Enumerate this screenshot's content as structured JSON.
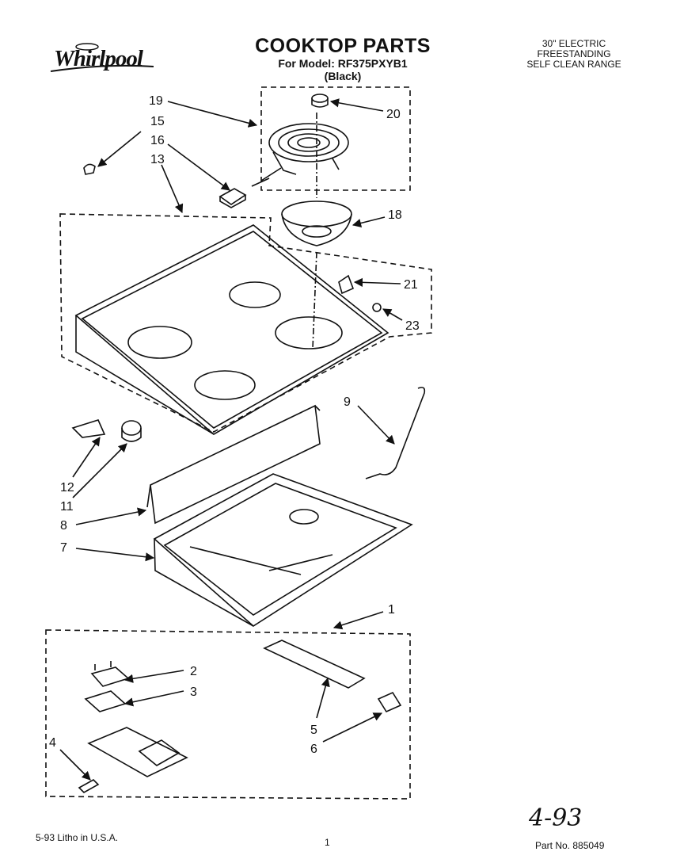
{
  "brand": {
    "name": "Whirlpool"
  },
  "header": {
    "title": "COOKTOP PARTS",
    "model_line": "For Model: RF375PXYB1",
    "color_line": "(Black)"
  },
  "description": [
    "30\" ELECTRIC",
    "FREESTANDING",
    "SELF CLEAN RANGE"
  ],
  "callouts": [
    "19",
    "20",
    "15",
    "16",
    "13",
    "18",
    "21",
    "23",
    "9",
    "12",
    "11",
    "8",
    "7",
    "1",
    "2",
    "3",
    "4",
    "5",
    "6"
  ],
  "footer": {
    "litho": "5-93 Litho in U.S.A.",
    "page": "1",
    "handwritten_date": "4-93",
    "part_no": "Part No. 885049"
  }
}
